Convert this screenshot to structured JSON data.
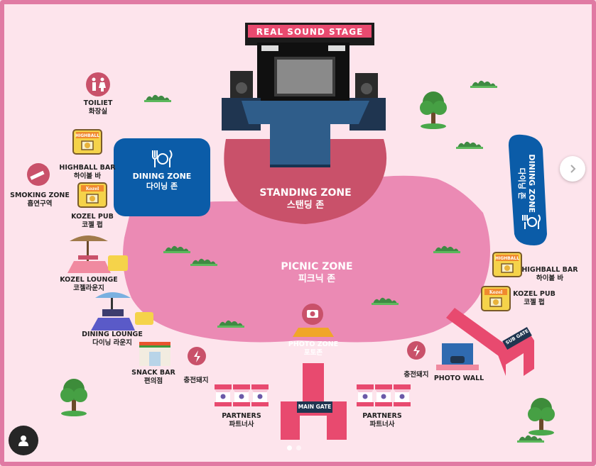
{
  "stage": {
    "title": "REAL SOUND STAGE"
  },
  "zones": {
    "standing": {
      "en": "STANDING ZONE",
      "ko": "스탠딩 존"
    },
    "picnic": {
      "en": "PICNIC ZONE",
      "ko": "피크닉 존"
    },
    "dining_left": {
      "en": "DINING ZONE",
      "ko": "다이닝 존"
    },
    "dining_right": {
      "en": "DINING ZONE",
      "ko": "다이닝 존"
    }
  },
  "facilities": {
    "toilet": {
      "en": "TOILIET",
      "ko": "화장실"
    },
    "smoking": {
      "en": "SMOKING ZONE",
      "ko": "흡연구역"
    },
    "highball_left": {
      "en": "HIGHBALL BAR",
      "ko": "하이볼 바"
    },
    "kozel_pub_left": {
      "en": "KOZEL PUB",
      "ko": "코젤 펍"
    },
    "kozel_lounge": {
      "en": "KOZEL LOUNGE",
      "ko": "코젤라운지"
    },
    "dining_lounge": {
      "en": "DINING LOUNGE",
      "ko": "다이닝 라운지"
    },
    "snack_bar": {
      "en": "SNACK BAR",
      "ko": "편의점"
    },
    "charge_left": {
      "ko": "충전돼지"
    },
    "partners_left": {
      "en": "PARTNERS",
      "ko": "파트너사"
    },
    "photo_zone": {
      "en": "PHOTO ZONE",
      "ko": "포토존"
    },
    "main_gate": {
      "en": "MAIN GATE"
    },
    "partners_right": {
      "en": "PARTNERS",
      "ko": "파트너사"
    },
    "charge_right": {
      "ko": "충전돼지"
    },
    "photo_wall": {
      "en": "PHOTO WALL"
    },
    "sub_gate": {
      "en": "SUB GATE"
    },
    "highball_right": {
      "en": "HIGHBALL BAR",
      "ko": "하이볼 바"
    },
    "kozel_pub_right": {
      "en": "KOZEL PUB",
      "ko": "코젤 펍"
    }
  },
  "signs": {
    "highball": "HIGHBALL",
    "kozel": "Kozel"
  },
  "icons": {
    "toilet": "restroom-icon",
    "smoking": "smoking-icon",
    "dining": "utensils-icon",
    "photo": "camera-icon",
    "charge": "charging-icon",
    "next": "chevron-right-icon",
    "avatar": "user-icon"
  },
  "colors": {
    "background": "#fde4ec",
    "frame": "#e07aa3",
    "picnic": "#eb8ab4",
    "standing": "#c9516a",
    "dining": "#0b5ca8",
    "stage_dark": "#1f3550",
    "gate": "#e84a6f"
  },
  "carousel": {
    "pages": 2,
    "current": 1
  }
}
